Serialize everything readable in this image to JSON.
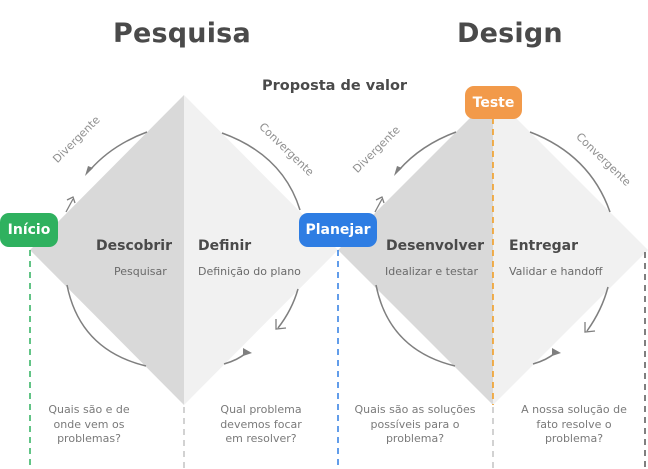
{
  "sections": {
    "left_title": "Pesquisa",
    "right_title": "Design"
  },
  "value_proposition": "Proposta de valor",
  "milestones": {
    "start": {
      "label": "Início",
      "color": "#2fb15f"
    },
    "plan": {
      "label": "Planejar",
      "color": "#2e7de3"
    },
    "test": {
      "label": "Teste",
      "color": "#f29a4a"
    }
  },
  "arc_labels": {
    "divergent": "Divergente",
    "convergent": "Convergente"
  },
  "phases": [
    {
      "title": "Descobrir",
      "subtitle": "Pesquisar",
      "question": "Quais são e de onde vem os problemas?"
    },
    {
      "title": "Definir",
      "subtitle": "Definição do plano",
      "question": "Qual problema devemos focar em resolver?"
    },
    {
      "title": "Desenvolver",
      "subtitle": "Idealizar e testar",
      "question": "Quais são as soluções possíveis para o problema?"
    },
    {
      "title": "Entregar",
      "subtitle": "Validar e handoff",
      "question": "A nossa solução de fato resolve o problema?"
    }
  ],
  "colors": {
    "diverge_fill": "#d9d9d9",
    "converge_fill": "#f1f1f1",
    "arc": "#7f7f7f",
    "text_dark": "#4a4a4a",
    "end_line": "#555555"
  }
}
